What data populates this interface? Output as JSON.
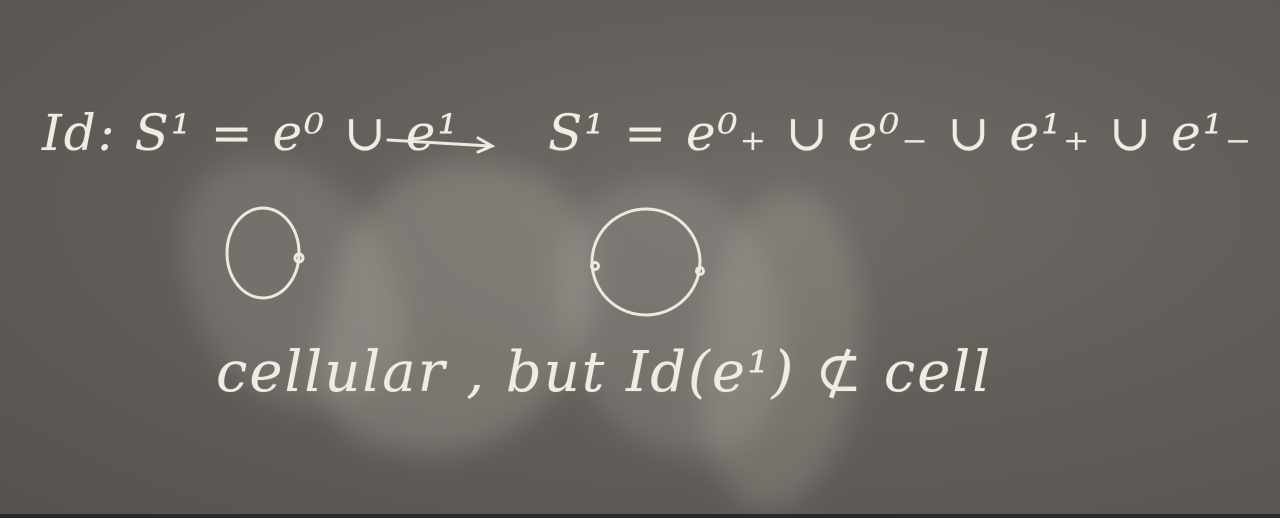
{
  "chalkboard": {
    "line1_left": "Id: S¹ = e⁰ ∪ e¹",
    "line1_right": "S¹ = e⁰₊ ∪ e⁰₋ ∪ e¹₊ ∪ e¹₋",
    "line2": "cellular , but Id(e¹) ⊄ cell"
  }
}
